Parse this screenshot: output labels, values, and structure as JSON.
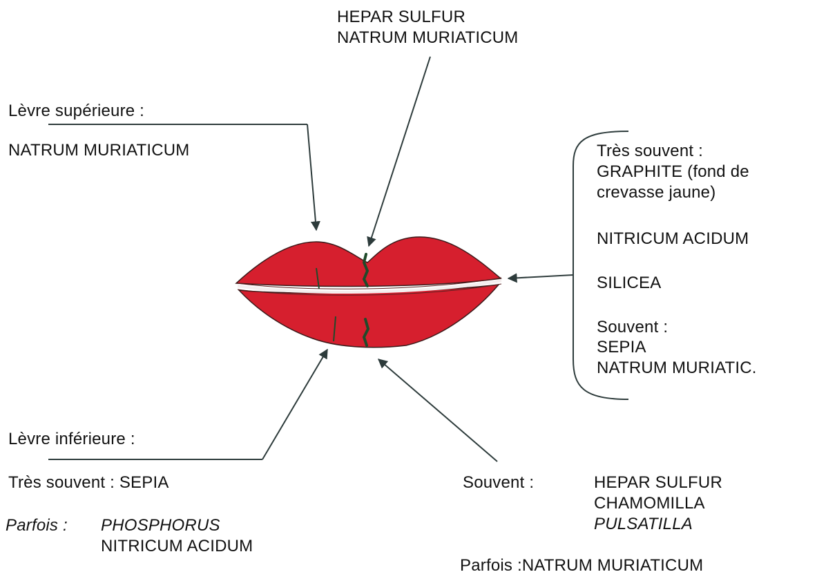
{
  "top": {
    "line1": "HEPAR SULFUR",
    "line2": "NATRUM MURIATICUM"
  },
  "upper_lip": {
    "heading": "Lèvre supérieure :",
    "remedy": "NATRUM MURIATICUM"
  },
  "corner": {
    "very_often_label": "Très souvent :",
    "very_often_line1": "GRAPHITE (fond de",
    "very_often_line2": "crevasse jaune)",
    "remedy2": "NITRICUM ACIDUM",
    "remedy3": "SILICEA",
    "often_label": "Souvent :",
    "often_remedy1": "SEPIA",
    "often_remedy2": "NATRUM MURIATIC."
  },
  "lower_lip": {
    "heading": "Lèvre inférieure :",
    "very_often": "Très souvent : SEPIA",
    "sometimes_label": "Parfois :",
    "sometimes_remedy1": "PHOSPHORUS",
    "sometimes_remedy2": "NITRICUM ACIDUM"
  },
  "lower_middle": {
    "often_label": "Souvent :",
    "remedy1": "HEPAR SULFUR",
    "remedy2": "CHAMOMILLA",
    "remedy3": "PULSATILLA",
    "sometimes": "Parfois :NATRUM MURIATICUM"
  },
  "colors": {
    "lip_fill": "#d61f2e",
    "lip_outline": "#3a1a1a",
    "arrow": "#2d3b3b",
    "crack": "#1f4a2a"
  }
}
